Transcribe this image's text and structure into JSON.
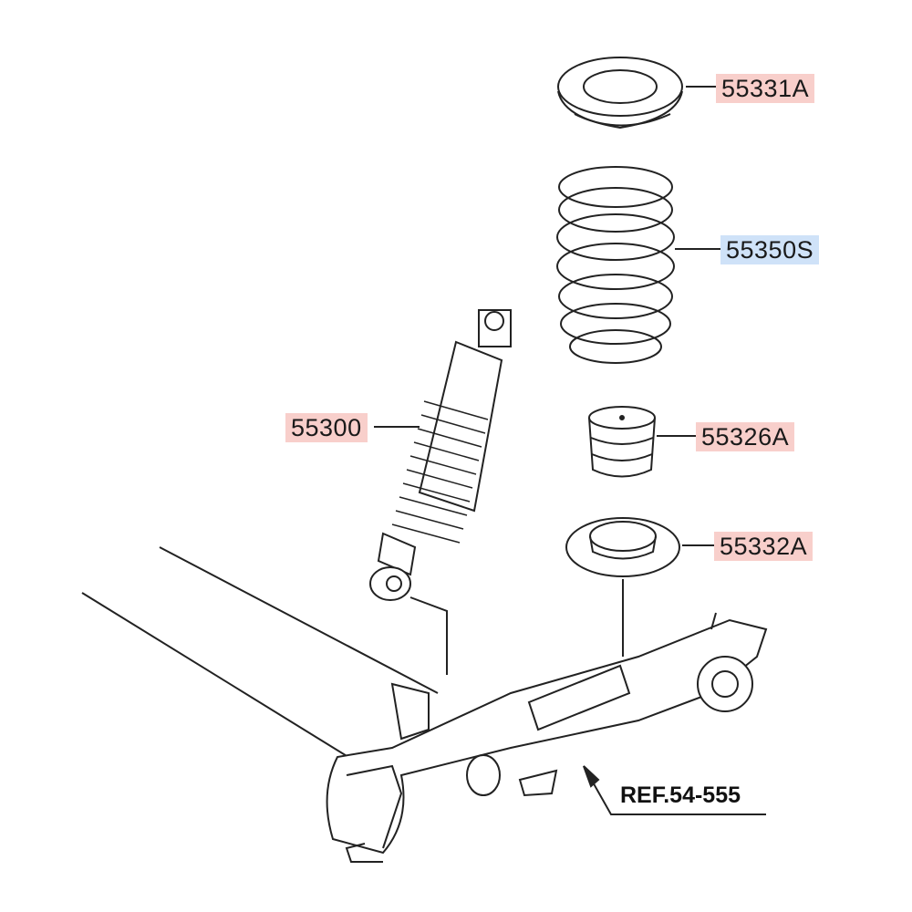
{
  "parts": [
    {
      "id": "55331A",
      "color": "#f8cfcb"
    },
    {
      "id": "55350S",
      "color": "#cfe2f8"
    },
    {
      "id": "55300",
      "color": "#f8cfcb"
    },
    {
      "id": "55326A",
      "color": "#f8cfcb"
    },
    {
      "id": "55332A",
      "color": "#f8cfcb"
    }
  ],
  "reference": "REF.54-555"
}
